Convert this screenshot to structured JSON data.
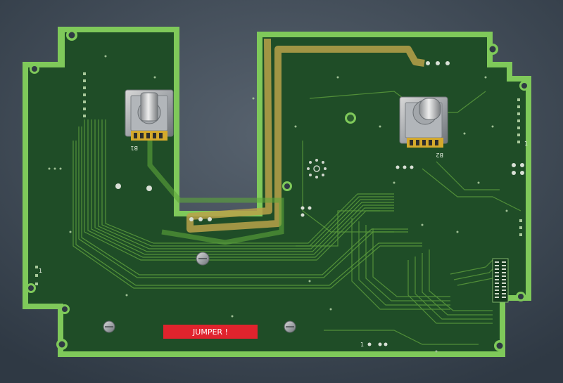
{
  "photo": {
    "subject": "pcb-board-back-side",
    "colors": {
      "background": "#3d4a57",
      "board_edge": "#7fc95a",
      "board_body": "#1f4d27",
      "trace_highlight": "#b9a24a",
      "label_red": "#e0232d"
    }
  },
  "labels": {
    "encoder_left": "B1",
    "encoder_right": "B2",
    "jumper": "JUMPER !",
    "marker_right": "1",
    "marker_left": "1",
    "marker_bottom": "1"
  }
}
